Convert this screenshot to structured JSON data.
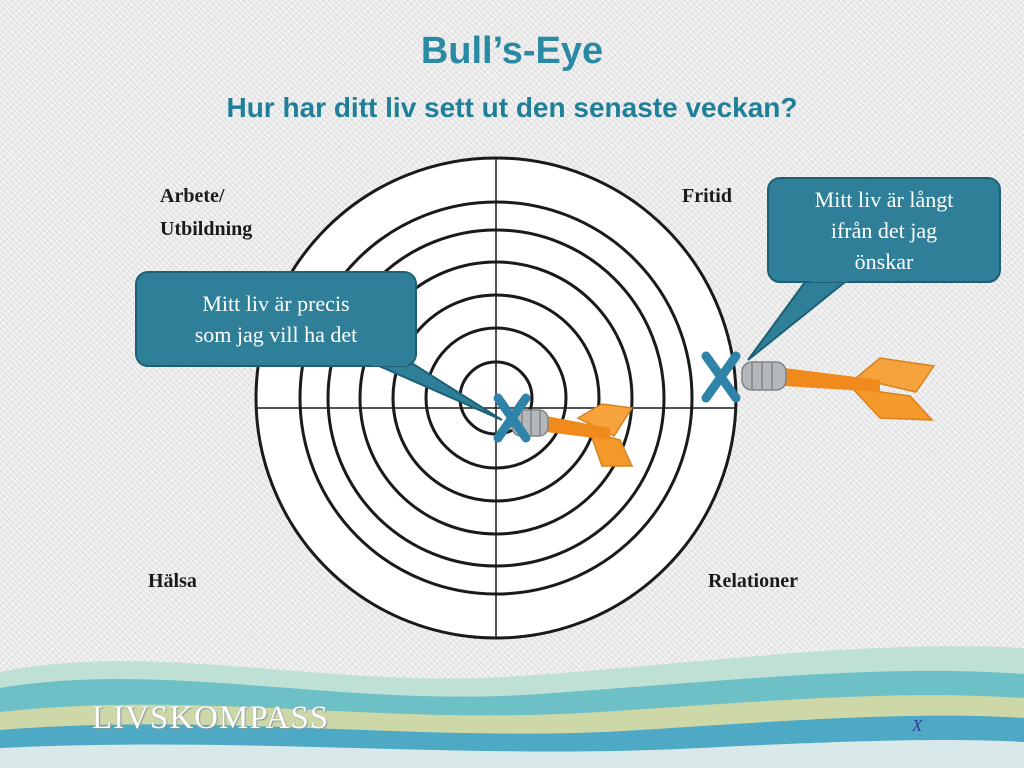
{
  "title": "Bull’s-Eye",
  "subtitle": "Hur har ditt liv sett ut den senaste veckan?",
  "quadrants": {
    "top_left_line1": "Arbete/",
    "top_left_line2": "Utbildning",
    "top_right": "Fritid",
    "bottom_left": "Hälsa",
    "bottom_right": "Relationer"
  },
  "callouts": {
    "right_line1": "Mitt liv är långt",
    "right_line2": "ifrån det jag",
    "right_line3": "önskar",
    "left_line1": "Mitt liv är precis",
    "left_line2": "som jag vill ha det"
  },
  "logo": "LIVSKOMPASS",
  "page_number": "X",
  "colors": {
    "accent": "#2a8aa3",
    "callout_fill": "#2e7f97",
    "marker": "#2f83a8",
    "dart_flight": "#f39a2a"
  }
}
